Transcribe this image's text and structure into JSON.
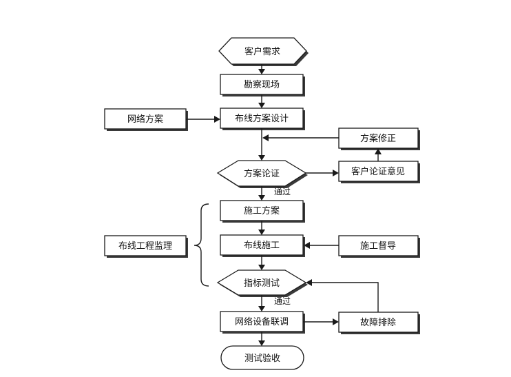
{
  "nodes": {
    "customer_demand": "客户需求",
    "site_survey": "勘察现场",
    "network_plan": "网络方案",
    "cabling_design": "布线方案设计",
    "plan_revision": "方案修正",
    "plan_review": "方案论证",
    "customer_feedback": "客户论证意见",
    "construction_plan": "施工方案",
    "supervision": "布线工程监理",
    "cabling_construction": "布线施工",
    "construction_oversight": "施工督导",
    "index_test": "指标测试",
    "network_integration": "网络设备联调",
    "troubleshooting": "故障排除",
    "acceptance_test": "测试验收"
  },
  "edge_labels": {
    "review_pass": "通过",
    "test_pass": "通过"
  }
}
